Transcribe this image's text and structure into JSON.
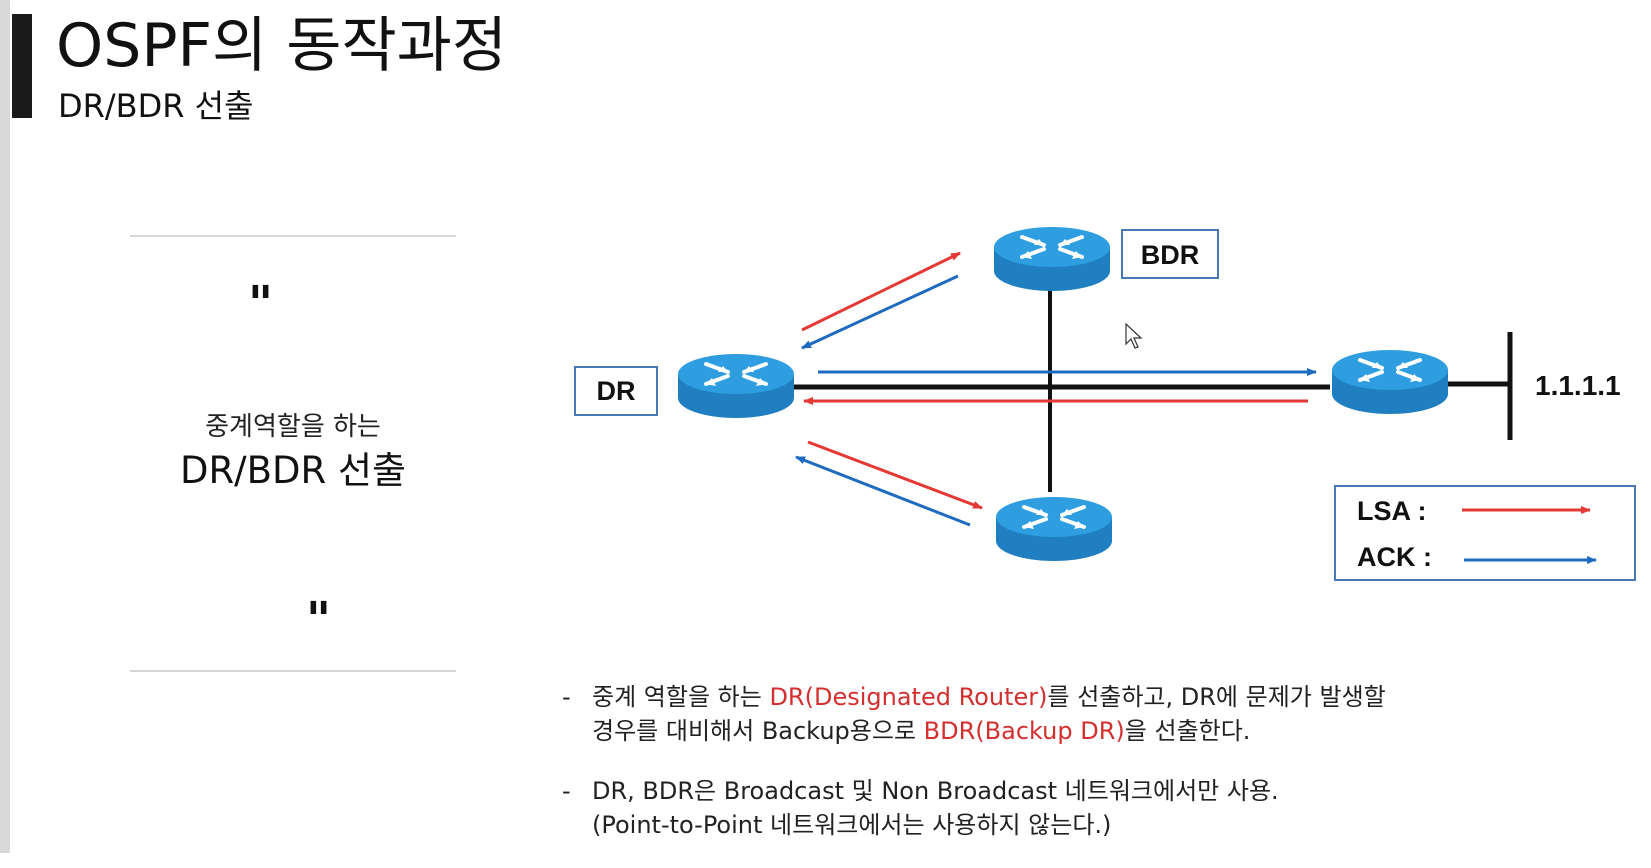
{
  "header": {
    "title": "OSPF의 동작과정",
    "subtitle": "DR/BDR 선출"
  },
  "quote_panel": {
    "open_quote": "\"",
    "close_quote": "\"",
    "caption_small": "중계역할을 하는",
    "caption_big": "DR/BDR 선출"
  },
  "diagram": {
    "labels": {
      "dr": "DR",
      "bdr": "BDR",
      "network": "1.1.1.1"
    },
    "legend": {
      "lsa_label": "LSA :",
      "ack_label": "ACK :"
    },
    "colors": {
      "lsa": "#e53935",
      "ack": "#1e6bc0",
      "router_top": "#2e9ee0",
      "router_side": "#1f7fc0"
    }
  },
  "notes": [
    {
      "dash": "-",
      "segments": [
        {
          "text": "중계 역할을 하는 ",
          "highlight": false
        },
        {
          "text": "DR(Designated Router)",
          "highlight": true
        },
        {
          "text": "를 선출하고, DR에 문제가 발생할",
          "highlight": false
        }
      ],
      "line2": [
        {
          "text": "경우를 대비해서 Backup용으로 ",
          "highlight": false
        },
        {
          "text": "BDR(Backup DR)",
          "highlight": true
        },
        {
          "text": "을 선출한다.",
          "highlight": false
        }
      ]
    },
    {
      "dash": "-",
      "line1": "DR, BDR은 Broadcast 및 Non Broadcast 네트워크에서만 사용.",
      "line2": "(Point-to-Point 네트워크에서는 사용하지 않는다.)"
    }
  ]
}
